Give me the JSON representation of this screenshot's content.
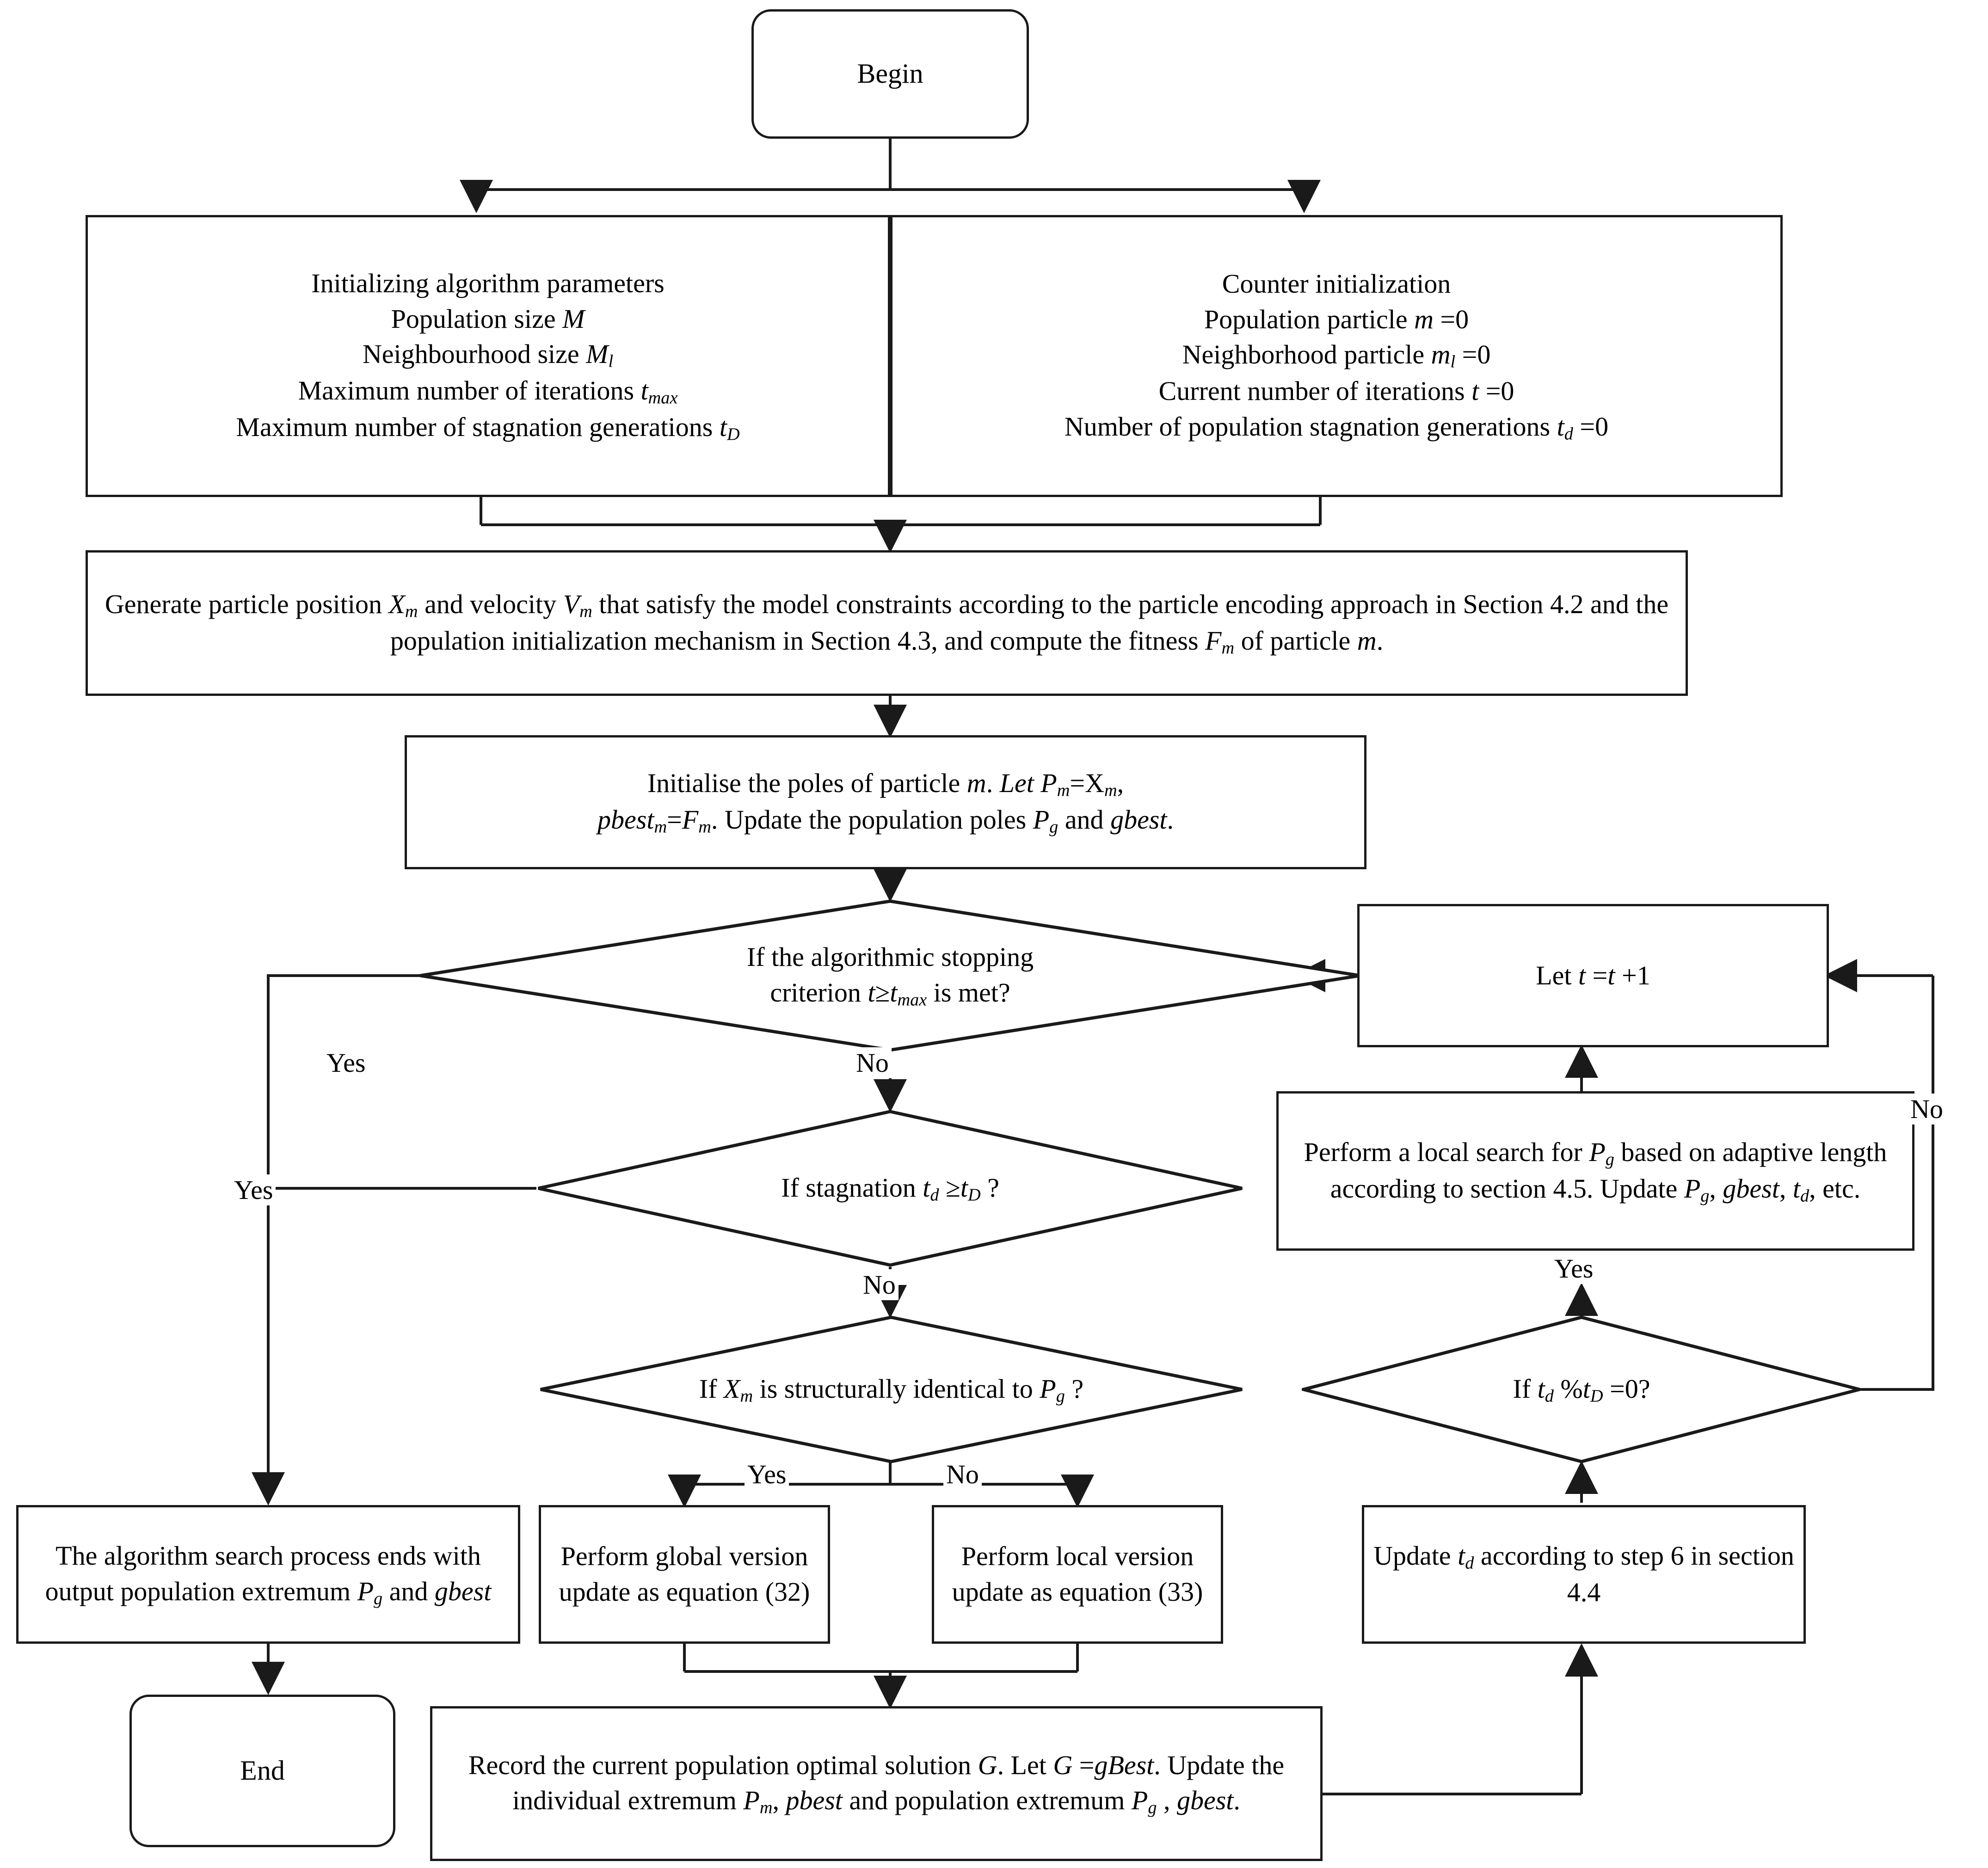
{
  "diagram": {
    "title": "Improved particle swarm optimization algorithm flowchart",
    "stroke_color": "#1a1a1a",
    "background": "#ffffff"
  },
  "nodes": {
    "begin": {
      "label": "Begin",
      "shape": "terminator"
    },
    "init_params": {
      "lines": [
        "Initializing algorithm parameters",
        "Population size M",
        "Neighbourhood size Ml",
        "Maximum number of iterations tmax",
        "Maximum number of stagnation generations tD"
      ],
      "shape": "process"
    },
    "counter_init": {
      "lines": [
        "Counter initialization",
        "Population particle m =0",
        "Neighborhood particle ml =0",
        "Current number of iterations t =0",
        "Number of population stagnation generations td =0"
      ],
      "shape": "process"
    },
    "generate_particle": {
      "lines": [
        "Generate particle position Xm and velocity Vm that satisfy the model constraints according to the",
        "particle encoding approach in Section 4.2 and the population initialization mechanism in Section",
        "4.3, and compute the fitness Fm of particle m."
      ],
      "shape": "process"
    },
    "init_poles": {
      "lines": [
        "Initialise the poles of particle m. Let Pm=Xm,",
        "pbestm=Fm. Update the population poles Pg and gbest."
      ],
      "shape": "process"
    },
    "stop_criterion": {
      "lines": [
        "If the algorithmic stopping",
        "criterion t≥tmax is met?"
      ],
      "shape": "decision"
    },
    "let_t_plus_1": {
      "label": "Let t =t +1",
      "shape": "process"
    },
    "stagnation_check": {
      "label": "If stagnation td ≥tD ?",
      "shape": "decision"
    },
    "local_search": {
      "lines": [
        "Perform a local search for Pg based on",
        "adaptive length according to section",
        "4.5. Update Pg, gbest, td, etc."
      ],
      "shape": "process"
    },
    "structural_identical": {
      "label": "If Xm is structurally identical to Pg ?",
      "shape": "decision"
    },
    "mod_check": {
      "label": "If td %tD =0?",
      "shape": "decision"
    },
    "end_output": {
      "lines": [
        "The algorithm search process",
        "ends with output population",
        "extremum Pg and gbest"
      ],
      "shape": "process"
    },
    "global_update": {
      "lines": [
        "Perform global",
        "version update",
        "as equation (32)"
      ],
      "shape": "process"
    },
    "local_update": {
      "lines": [
        "Perform local",
        "version update",
        "as equation (33)"
      ],
      "shape": "process"
    },
    "update_td": {
      "lines": [
        "Update td according to",
        "step 6 in section 4.4"
      ],
      "shape": "process"
    },
    "end": {
      "label": "End",
      "shape": "terminator"
    },
    "record_solution": {
      "lines": [
        "Record the current population optimal solution G. Let",
        "G =gBest. Update the individual extremum Pm, pbest",
        "and population extremum Pg , gbest."
      ],
      "shape": "process"
    }
  },
  "edge_labels": {
    "stop_yes": "Yes",
    "stop_no": "No",
    "stagnation_yes": "Yes",
    "stagnation_no": "No",
    "structural_yes": "Yes",
    "structural_no": "No",
    "mod_yes": "Yes",
    "mod_no": "No"
  }
}
